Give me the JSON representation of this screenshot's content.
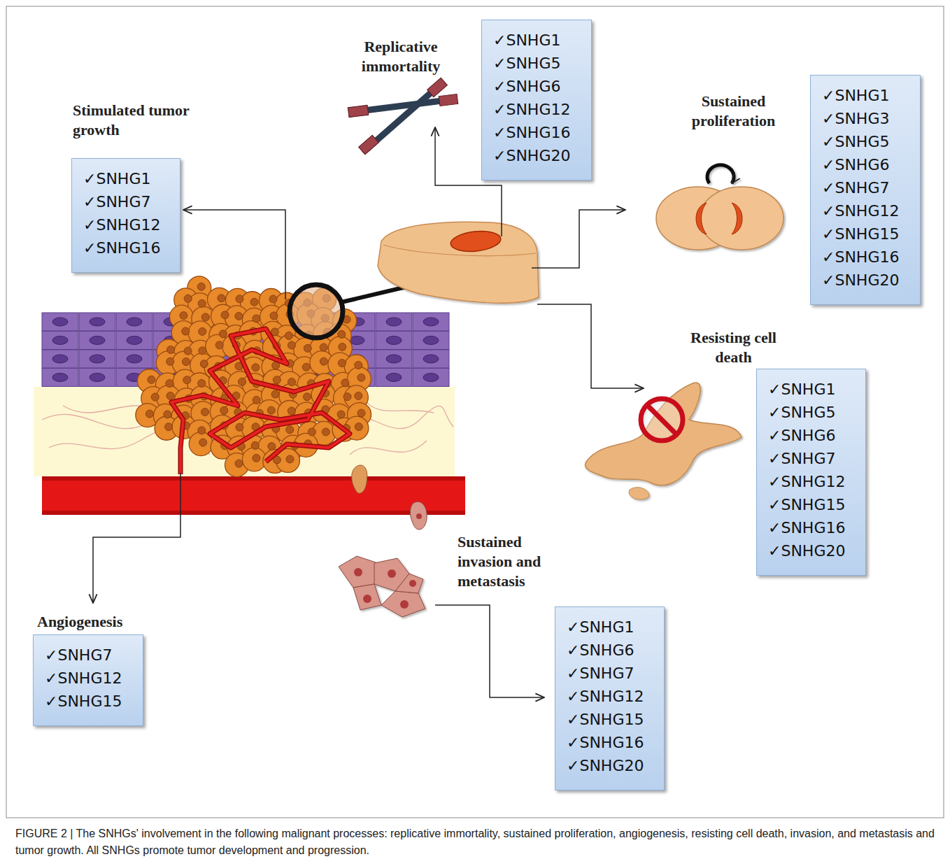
{
  "diagram": {
    "caption": "FIGURE 2 | The SNHGs' involvement in the following malignant processes: replicative immortality, sustained proliferation, angiogenesis, resisting cell death, invasion, and metastasis and tumor growth. All SNHGs promote tumor development and progression.",
    "nodes": [
      {
        "text": [
          "Replicative immortality",
          "✓SNHG1",
          "✓SNHG5",
          "✓SNHG6",
          "✓SNHG12",
          "✓SNHG16",
          "✓SNHG20"
        ]
      },
      {
        "text": [
          "Sustained proliferation",
          "✓SNHG1",
          "✓SNHG3",
          "✓SNHG5",
          "✓SNHG6",
          "✓SNHG7",
          "✓SNHG12",
          "✓SNHG15",
          "✓SNHG16",
          "✓SNHG20"
        ]
      },
      {
        "text": [
          "Stimulated tumor growth",
          "✓SNHG1",
          "✓SNHG7",
          "✓SNHG12",
          "✓SNHG16"
        ]
      },
      {
        "text": [
          "Resisting cell death",
          "✓SNHG1",
          "✓SNHG5",
          "✓SNHG6",
          "✓SNHG7",
          "✓SNHG12",
          "✓SNHG15",
          "✓SNHG16",
          "✓SNHG20"
        ]
      },
      {
        "text": [
          "Sustained invasion and metastasis",
          "✓SNHG1",
          "✓SNHG6",
          "✓SNHG7",
          "✓SNHG12",
          "✓SNHG15",
          "✓SNHG16",
          "✓SNHG20"
        ]
      },
      {
        "text": [
          "Angiogenesis",
          "✓SNHG7",
          "✓SNHG12",
          "✓SNHG15"
        ]
      }
    ]
  }
}
